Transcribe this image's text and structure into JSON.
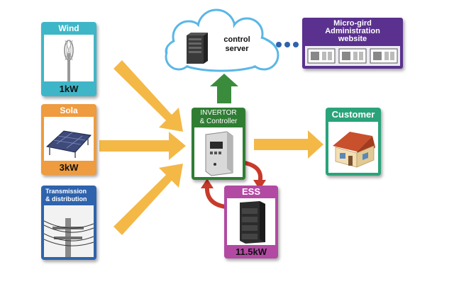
{
  "wind": {
    "title": "Wind",
    "power": "1kW"
  },
  "solar": {
    "title": "Sola",
    "power": "3kW"
  },
  "grid": {
    "title": "Transmission\n& distribution"
  },
  "inverter": {
    "title": "INVERTOR\n& Controller"
  },
  "ess": {
    "title": "ESS",
    "power": "11.5kW"
  },
  "customer": {
    "title": "Customer"
  },
  "server": {
    "label": "control\nserver"
  },
  "admin": {
    "title": "Micro-gird\nAdministration\nwebsite"
  },
  "colors": {
    "wind": "#3fb6c8",
    "solar": "#ef9b3f",
    "grid": "#2f63ad",
    "inverter": "#2f7d33",
    "ess": "#b24aa3",
    "customer": "#2aa37a",
    "admin": "#5a318e",
    "arrow": "#f4b847",
    "uparrow": "#3a8c3c",
    "cycle": "#c83a2a"
  }
}
